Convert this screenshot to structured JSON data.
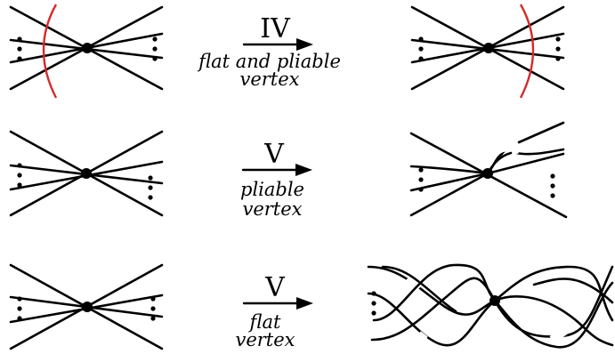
{
  "moves": [
    {
      "label": "IV",
      "caption_line1": "flat and pliable",
      "caption_line2": "vertex"
    },
    {
      "label": "V",
      "caption_line1": "pliable",
      "caption_line2": "vertex"
    },
    {
      "label": "V",
      "caption_line1": "flat",
      "caption_line2": "vertex"
    }
  ],
  "colors": {
    "strand": "#000000",
    "boundary_arc": "#d42a2a"
  }
}
